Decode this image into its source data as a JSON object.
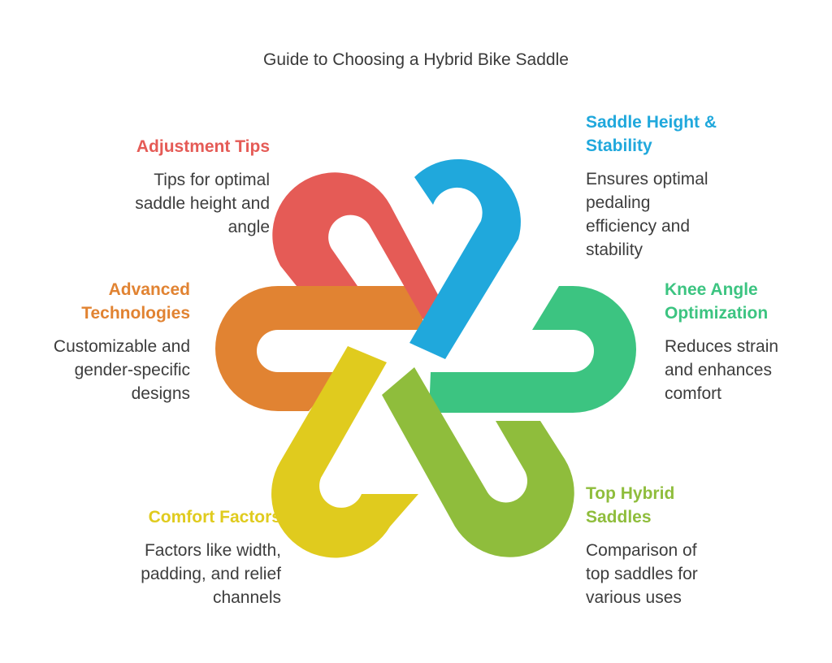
{
  "title": "Guide to Choosing a Hybrid Bike Saddle",
  "colors": {
    "red": "#E55B56",
    "blue": "#20A8DC",
    "green": "#3CC481",
    "lime": "#8FBD3C",
    "yellow": "#E0CB1E",
    "orange": "#E18332",
    "text": "#3d3d3d"
  },
  "items": [
    {
      "key": "adjustment",
      "title": "Adjustment Tips",
      "description": "Tips for optimal\nsaddle height and\nangle",
      "color": "#E55B56"
    },
    {
      "key": "height",
      "title": "Saddle Height &\nStability",
      "description": "Ensures optimal\npedaling\nefficiency and\nstability",
      "color": "#20A8DC"
    },
    {
      "key": "knee",
      "title": "Knee Angle\nOptimization",
      "description": "Reduces strain\nand enhances\ncomfort",
      "color": "#3CC481"
    },
    {
      "key": "saddles",
      "title": "Top Hybrid\nSaddles",
      "description": "Comparison of\ntop saddles for\nvarious uses",
      "color": "#8FBD3C"
    },
    {
      "key": "comfort",
      "title": "Comfort Factors",
      "description": "Factors like width,\npadding, and relief\nchannels",
      "color": "#E0CB1E"
    },
    {
      "key": "advanced",
      "title": "Advanced\nTechnologies",
      "description": "Customizable and\ngender-specific\ndesigns",
      "color": "#E18332"
    }
  ]
}
